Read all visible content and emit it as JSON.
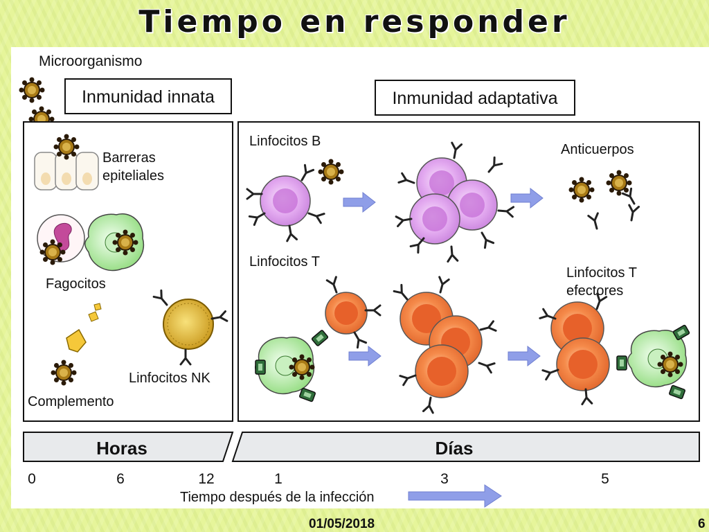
{
  "slide": {
    "title": "Tiempo en responder",
    "date": "01/05/2018",
    "page_number": "6"
  },
  "figure": {
    "microorganism_label": "Microorganismo",
    "innate": {
      "header": "Inmunidad innata",
      "epithelial_label_line1": "Barreras",
      "epithelial_label_line2": "epiteliales",
      "phagocytes_label": "Fagocitos",
      "complement_label": "Complemento",
      "nk_label": "Linfocitos NK"
    },
    "adaptive": {
      "header": "Inmunidad adaptativa",
      "b_cells_label": "Linfocitos B",
      "antibodies_label": "Anticuerpos",
      "t_cells_label": "Linfocitos T",
      "effector_t_label_line1": "Linfocitos T",
      "effector_t_label_line2": "efectores"
    },
    "timeline": {
      "hours_label": "Horas",
      "days_label": "Días",
      "ticks": [
        "0",
        "6",
        "12",
        "1",
        "3",
        "5"
      ],
      "axis_label": "Tiempo después de la infección"
    },
    "colors": {
      "microbe": "#a87a16",
      "b_cell": "#d9a0e8",
      "t_cell": "#f07a3a",
      "phagocyte": "#9fe08a",
      "nk_cell": "#e0b428",
      "arrow": "#8f9ee8"
    }
  }
}
